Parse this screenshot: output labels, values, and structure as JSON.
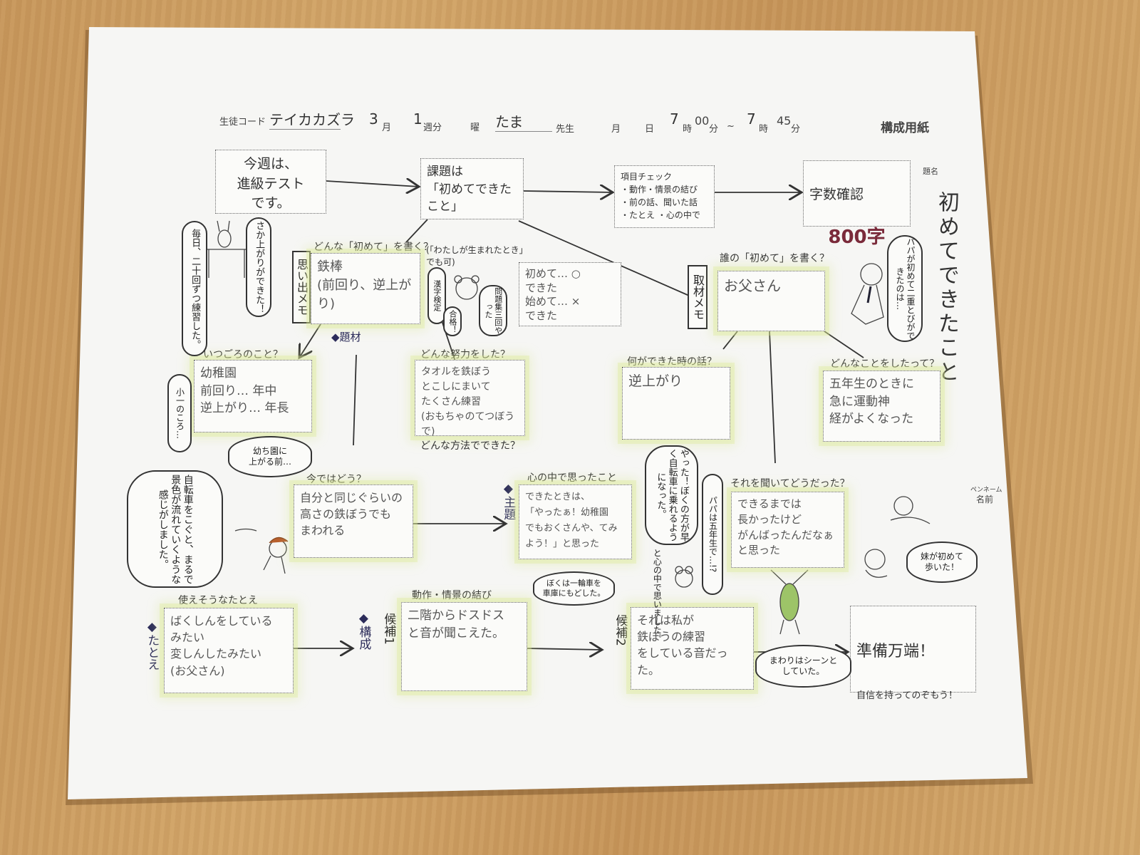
{
  "header": {
    "student_code_label": "生徒コード",
    "student_code": "テイカカズラ",
    "month": "3",
    "month_unit": "月",
    "week": "1",
    "week_unit": "週分",
    "day_unit": "曜",
    "teacher": "たま",
    "teacher_unit": "先生",
    "date_month_unit": "月",
    "date_day_unit": "日",
    "start_hour": "7",
    "hour_unit": "時",
    "start_min": "00",
    "min_unit": "分",
    "tilde": "~",
    "end_hour": "7",
    "end_min": "45",
    "sheet_title": "構成用紙",
    "title_label": "題名",
    "name_label": "名前",
    "pen_name_label": "ペンネーム"
  },
  "essay_title": "初めてできたこと",
  "top_flow": {
    "box1": "今週は、\n進級テスト\nです。",
    "box2": "課題は\n「初めてできた\nこと」",
    "box3": "項目チェック\n・動作・情景の結び\n・前の話、聞いた話\n・たとえ ・心の中で",
    "box4_label": "字数確認",
    "box4_value": "800字"
  },
  "topic": {
    "question": "どんな「初めて」を書く？",
    "box": "鉄棒\n(前回り、逆上がり)",
    "memo_tag": "思い出メモ",
    "section_label": "◆題材",
    "note": "(「わたしが生まれたとき」でも可)",
    "rule_box": "初めて… ○\nできた\n始めて… ×\nできた"
  },
  "when": {
    "question": "いつごろのこと？",
    "box": "幼稚園\n前回り… 年中\n逆上がり… 年長"
  },
  "effort": {
    "question": "どんな努力をした？",
    "box": "タオルを鉄ぼう\nとこしにまいて\nたくさん練習\n(おもちゃのてつぼうで)",
    "question2": "どんな方法でできた？"
  },
  "interview": {
    "memo_tag": "取材メモ",
    "question": "誰の「初めて」を書く？",
    "box": "お父さん"
  },
  "father_when": {
    "question": "何ができた時の話？",
    "box": "逆上がり"
  },
  "father_what": {
    "question": "どんなことをしたって？",
    "box": "五年生のときに\n急に運動神\n経がよくなった"
  },
  "now": {
    "question": "今ではどう？",
    "box": "自分と同じぐらいの\n高さの鉄ぼうでも\nまわれる"
  },
  "heart": {
    "question": "心の中で思ったこと",
    "theme_label": "◆主題",
    "box": "できたときは、\n「やったぁ！幼稚園\nでもおくさんや、てみ\nよう！」と思った"
  },
  "heard": {
    "question": "それを聞いてどうだった？",
    "box": "できるまでは\n長かったけど\nがんばったんだなぁ\nと思った"
  },
  "simile": {
    "question": "使えそうなたとえ",
    "side_label": "◆たとえ",
    "box": "ばくしんをしている\nみたい\n変しんしたみたい\n(お父さん)"
  },
  "cand1": {
    "question": "動作・情景の結び",
    "side_label": "◆構成",
    "cand_label": "候補1",
    "box": "二階からドスドス\nと音が聞こえた。"
  },
  "cand2": {
    "cand_label": "候補2",
    "box": "それは私が\n鉄ぼうの練習\nをしている音だった。"
  },
  "ready": {
    "box_title": "準備万端！",
    "box_sub": "自信を持ってのぞもう！"
  },
  "bubbles": {
    "daily": "毎日、二十回ずつ練習した。",
    "sakagari": "さか上がりができた！",
    "small1": "小一のころ…",
    "before_kinder": "幼ち園に\n上がる前…",
    "bike": "自転車をこぐと、まるで景色が流れていくような感じがしました。",
    "kanji": "漢字検定",
    "pass": "合格！",
    "problems": "問題集三回やった",
    "papa_jump": "パパが初めて二重とびができたのは…",
    "yatta": "やった！ぼくの方が早く自転車に乗れるようになった。",
    "thought": "と心の中で思いました。",
    "papa5": "パパは五年生で…!?",
    "unicycle": "ぼくは一輪車を\n車庫にもどした。",
    "quiet": "まわりはシーンと\nしていた。",
    "sister": "妹が初めて\n歩いた！"
  },
  "colors": {
    "wood": "#c99a5e",
    "paper": "#f6f6f4",
    "highlight": "#dbe69a",
    "ink": "#333333"
  }
}
